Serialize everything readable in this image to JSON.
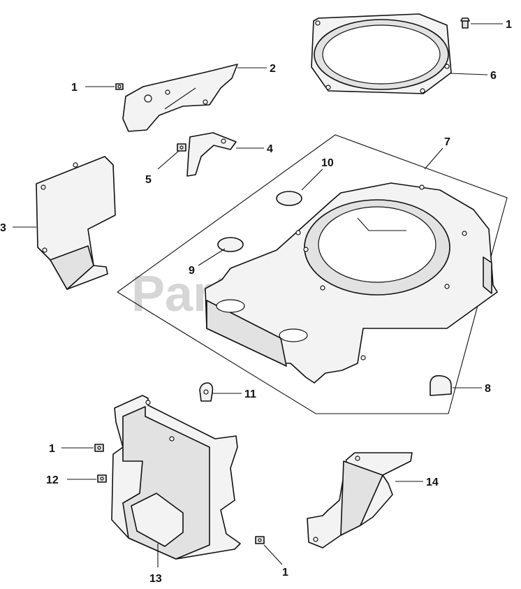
{
  "watermark": "PartsTree",
  "callouts": {
    "c1_top_right": "1",
    "c6": "6",
    "c2": "2",
    "c1_top_left": "1",
    "c4": "4",
    "c5": "5",
    "c3": "3",
    "c7": "7",
    "c10": "10",
    "c9": "9",
    "c8": "8",
    "c11": "11",
    "c1_mid_left": "1",
    "c12": "12",
    "c14": "14",
    "c13": "13",
    "c1_bottom": "1"
  }
}
